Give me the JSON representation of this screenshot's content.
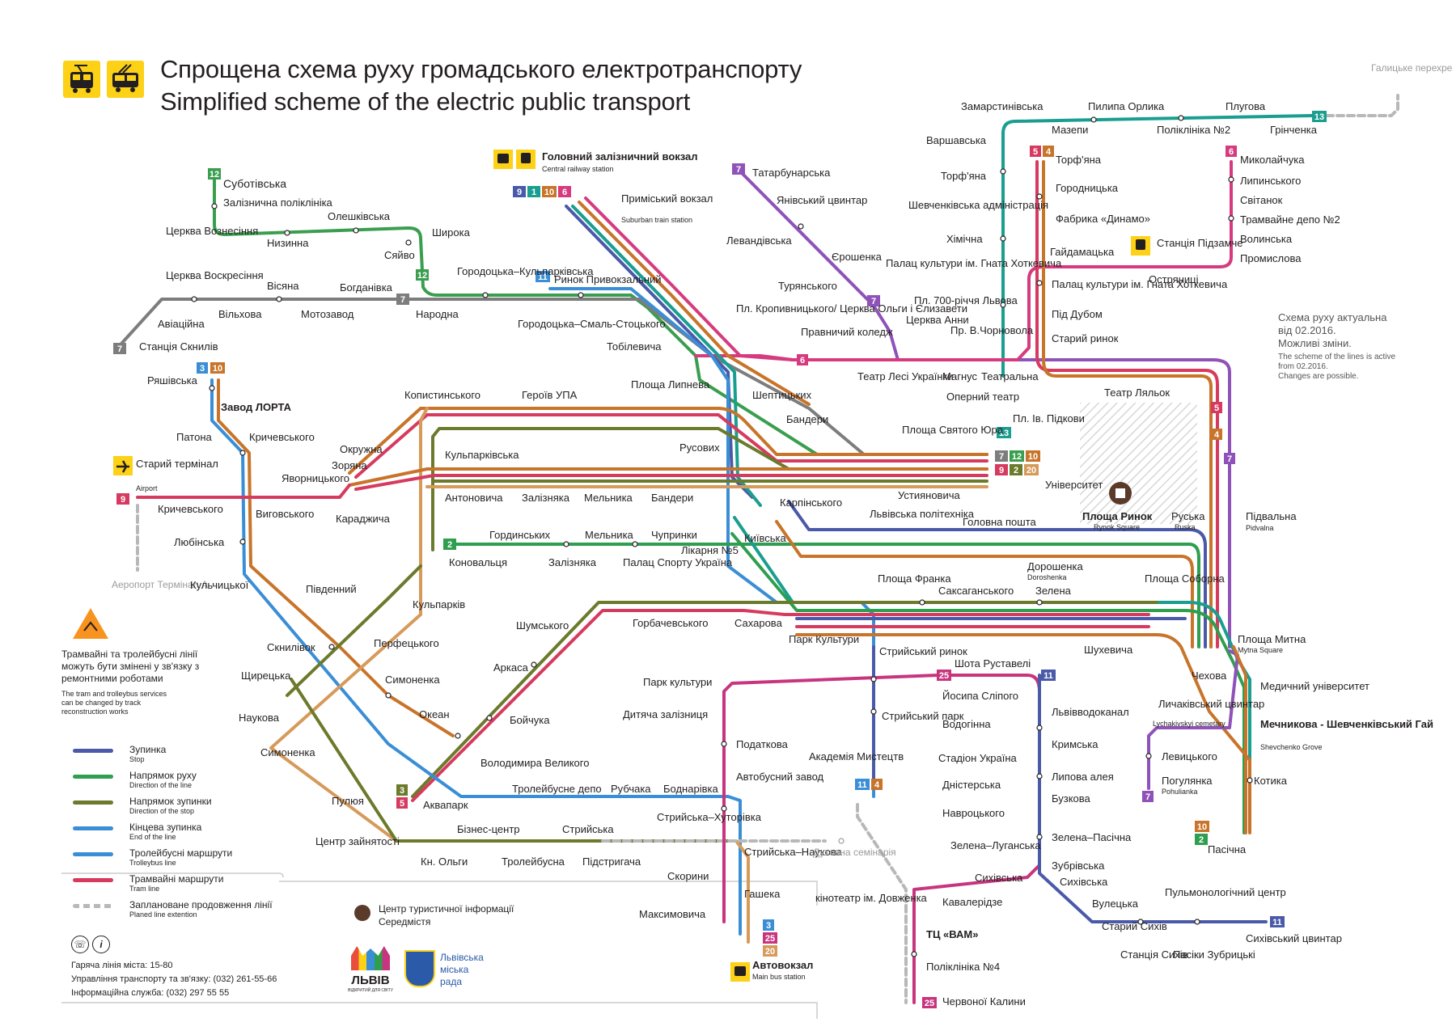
{
  "title": {
    "ua": "Спрощена схема руху громадського електротранспорту",
    "en": "Simplified scheme of the electric public transport"
  },
  "icons": [
    "tram-icon",
    "trolleybus-icon",
    "bus-icon",
    "train-icon",
    "plane-icon",
    "castle-icon",
    "roadwork-icon",
    "phone-icon",
    "info-icon"
  ],
  "colors": {
    "line1": "#1a9e8f",
    "line2": "#2e9e4f",
    "line3": "#6b7a2b",
    "line4": "#c8742a",
    "line5": "#d63b5f",
    "line6": "#d63b7f",
    "line7": "#7d7d7d",
    "line9": "#4a5aa8",
    "line10": "#c8742a",
    "line11": "#3a8ed6",
    "line12": "#3a9e4f",
    "line13": "#1a9e8f",
    "line20": "#d69a5a",
    "line25": "#c8357f",
    "badge": "#fcd116"
  },
  "line_badges": {
    "n1": "1",
    "n2": "2",
    "n3": "3",
    "n4": "4",
    "n5": "5",
    "n6": "6",
    "n7": "7",
    "n9": "9",
    "n10": "10",
    "n11": "11",
    "n12": "12",
    "n13": "13",
    "n20": "20",
    "n25": "25"
  },
  "stations": {
    "s_subotivska": "Суботівська",
    "s_zaliz_poliklinika": "Залізнична поліклініка",
    "s_tserkva_voznesinnia": "Церква Вознесіння",
    "s_nyzynna": "Низинна",
    "s_oleshkivska": "Олешківська",
    "s_syaivo": "Сяйво",
    "s_shyroka": "Широка",
    "s_tserkva_voskresinnia": "Церква Воскресіння",
    "s_visiana": "Вісяна",
    "s_bohdanivka": "Богданівка",
    "s_vilkhova": "Вільхова",
    "s_motozavod": "Мотозавод",
    "s_narodna": "Народна",
    "s_aviatsiina": "Авіаційна",
    "s_st_skyliv": "Станція Скнилів",
    "s_horodotska_kulparkivska": "Городоцька–Кульпарківська",
    "s_horodotska_smal": "Городоцька–Смаль-Стоцького",
    "s_tobilevycha": "Тобілевича",
    "s_holovnyi_vokzal": "Головний залізничний вокзал",
    "s_holovnyi_vokzal_en": "Central railway station",
    "s_prymiskyi": "Приміський вокзал",
    "s_prymiskyi_en": "Suburban train station",
    "s_rynok_pryvokzalnyi": "Ринок Привокзальний",
    "s_tatarbunarska": "Татарбунарська",
    "s_yanivskyi": "Янівський цвинтар",
    "s_levandivska": "Левандівська",
    "s_yeroshenka": "Єрошенка",
    "s_turianskoho": "Турянського",
    "s_kropyvnytskoho": "Пл. Кропивницького/ Церква Ольги і Єлизавети",
    "s_pravnychyi": "Правничий коледж",
    "s_zamarstynivska": "Замарстинівська",
    "s_pylypa_orlyka": "Пилипа Орлика",
    "s_pluhova": "Плугова",
    "s_mazepy": "Мазепи",
    "s_poliklinika2": "Поліклініка №2",
    "s_hrinchenka": "Грінченка",
    "s_halytske": "Галицьке перехрестя",
    "s_varshavska": "Варшавська",
    "s_torfiana": "Торф'яна",
    "s_shevchenkivska_adm": "Шевченківська адміністрація",
    "s_khimichna": "Хімічна",
    "s_palats_khotkevycha": "Палац культури ім. Гната Хоткевича",
    "s_pl700": "Пл. 700-річчя Львова",
    "s_pr_chornovola": "Пр. В.Чорновола",
    "s_tserkva_anny": "Церква Анни",
    "s_teatr_lesi": "Театр Лесі Українки",
    "s_mahnus": "Магнус",
    "s_teatralna": "Театральна",
    "s_opernyi": "Оперний театр",
    "s_pidkovy": "Пл. Ів. Підкови",
    "s_torfiana2": "Торф'яна",
    "s_horodnytska": "Городницька",
    "s_dynamo": "Фабрика «Динамо»",
    "s_haidamatska": "Гайдамацька",
    "s_st_pidzamche": "Станція Підзамче",
    "s_palats2": "Палац культури ім. Гната Хоткевича",
    "s_pid_dubom": "Під Дубом",
    "s_staryi_rynok": "Старий ринок",
    "s_mykolaichuka": "Миколайчука",
    "s_lypynskoho": "Липинського",
    "s_svitanok": "Світанок",
    "s_depo2": "Трамвайне депо №2",
    "s_volynska": "Волинська",
    "s_promyslova": "Промислова",
    "s_ostriantsi": "Остряниці",
    "s_teatr_lialok": "Театр Ляльок",
    "s_ryashivska": "Ряшівська",
    "s_zavod_lorta": "Завод ЛОРТА",
    "s_patona": "Патона",
    "s_krychevskoho": "Кричевського",
    "s_staryi_terminal": "Старий термінал",
    "s_airport": "Airport",
    "s_krychevskoho2": "Кричевського",
    "s_aeroport": "Аеропорт Термінал А",
    "s_liubinska": "Любінська",
    "s_kulchytskoi": "Кульчицької",
    "s_vyhovskoho": "Виговського",
    "s_karadzhycha": "Караджича",
    "s_okruzhna": "Окружна",
    "s_zoriana": "Зоряна",
    "s_yavornytskoho": "Яворницького",
    "s_kopystynskoho": "Копистинського",
    "s_heroiv_upa": "Героїв УПА",
    "s_pl_lypneva": "Площа Липнева",
    "s_kulparkivska": "Кульпарківська",
    "s_rusovykh": "Русових",
    "s_antonovycha": "Антоновича",
    "s_zaliznyaka": "Залізняка",
    "s_melnyka": "Мельника",
    "s_bandery": "Бандери",
    "s_sheptytskykh": "Шептицьких",
    "s_bandery2": "Бандери",
    "s_pl_yura": "Площа Святого Юра",
    "s_ustyianovycha": "Устияновича",
    "s_universytet": "Університет",
    "s_karpinskoho": "Карпінського",
    "s_lviv_politekhnika": "Львівська політехніка",
    "s_holovna_poshta": "Головна пошта",
    "s_pl_rynok": "Площа Ринок",
    "s_pl_rynok_en": "Rynok Square",
    "s_ruska": "Руська",
    "s_ruska_en": "Ruska",
    "s_pidvalna": "Підвальна",
    "s_pidvalna_en": "Pidvalna",
    "s_doroshenka": "Дорошенка",
    "s_doroshenka_en": "Doroshenka",
    "s_kyivska": "Київська",
    "s_hordynskykh": "Гординських",
    "s_melnyka2": "Мельника",
    "s_chuprynky": "Чупринки",
    "s_kononaltsia": "Коновальця",
    "s_zaliznyaka2": "Залізняка",
    "s_palats_sportu": "Палац Спорту Україна",
    "s_likarnia5": "Лікарня №5",
    "s_pl_franka": "Площа Франка",
    "s_saksahanskoho": "Саксаганського",
    "s_zelena": "Зелена",
    "s_pl_sobornа": "Площа Соборна",
    "s_shumskoho": "Шумського",
    "s_horbachevskoho": "Горбачевського",
    "s_sakharova": "Сахарова",
    "s_park_kultury": "Парк Культури",
    "s_shukhevycha": "Шухевича",
    "s_pl_mytna": "Площа Митна",
    "s_pl_mytna_en": "Mytna Square",
    "s_kulparkiv": "Кульпарків",
    "s_perfetskoho": "Перфецького",
    "s_pivdennyi": "Південний",
    "s_sknylivok": "Скнилівок",
    "s_symonenka": "Симоненка",
    "s_okean": "Океан",
    "s_shchyretska": "Щирецька",
    "s_naukova": "Наукова",
    "s_symonenka2": "Симоненка",
    "s_arkasa": "Аркаса",
    "s_boichuka": "Бойчука",
    "s_volodymyra": "Володимира Великого",
    "s_akvapark": "Аквапарк",
    "s_puliuia": "Пулюя",
    "s_tsentr_zainiatosti": "Центр зайнятості",
    "s_kn_olhy": "Кн. Ольги",
    "s_biznes_tsentr": "Бізнес-центр",
    "s_troleibusna": "Тролейбусна",
    "s_troleibusne_depo": "Тролейбусне депо",
    "s_rubchaka": "Рубчака",
    "s_boidarivka": "Боднарівка",
    "s_stryiska": "Стрийська",
    "s_pidstryhacha": "Підстригача",
    "s_stryiska_khut": "Стрийська–Хуторівка",
    "s_stryiska_nauk": "Стрийська–Наукова",
    "s_dukhovna": "Духовна семінарія",
    "s_skoryny": "Скорини",
    "s_hashka": "Гашека",
    "s_maksymovycha": "Максимовича",
    "s_avtovokzal": "Автовокзал",
    "s_avtovokzal_en": "Main bus station",
    "s_park_kultury2": "Парк культури",
    "s_dytiacha": "Дитяча залізниця",
    "s_podatkova": "Податкова",
    "s_avtobusnyi": "Автобусний завод",
    "s_akademiia": "Академія Мистецтв",
    "s_stryiskyi_rynok": "Стрийський ринок",
    "s_stryiskyi_park": "Стрийський парк",
    "s_shota": "Шота Руставелі",
    "s_yosypa": "Йосипа Сліпого",
    "s_vodohinna": "Водогінна",
    "s_stadion": "Стадіон Україна",
    "s_dnisterska": "Дністерська",
    "s_navrotskoho": "Навроцького",
    "s_zelena_luhanska": "Зелена–Луганська",
    "s_sykhivska": "Сихівська",
    "s_kavaleridze": "Кавалерідзе",
    "s_kinoteatr": "кінотеатр ім. Довженка",
    "s_tts_vam": "ТЦ «ВАМ»",
    "s_poliklinika4": "Поліклініка №4",
    "s_chervonoi": "Червоної Калини",
    "s_lvivvodokanal": "Львівводоканал",
    "s_krymska": "Кримська",
    "s_lypova": "Липова алея",
    "s_buzkova": "Бузкова",
    "s_zelena_pasichna": "Зелена–Пасічна",
    "s_zubrivska": "Зубрівська",
    "s_sykhivska2": "Сихівська",
    "s_vuletska": "Вулецька",
    "s_staryi_sykhiv": "Старий Сихів",
    "s_st_sykhiv": "Станція Сихів",
    "s_pasiky": "Пасіки Зубрицькі",
    "s_pulmon": "Пульмонологічний центр",
    "s_sykhivskyi_tsvyntar": "Сихівський цвинтар",
    "s_chekhova": "Чехова",
    "s_medychnyi": "Медичний університет",
    "s_lychakivskyi": "Личаківський цвинтар",
    "s_lychakivskyi_en": "Lychakivskyi cemetary",
    "s_mechnykova": "Мечникова - Шевченківський Гай",
    "s_mechnykova_en": "Shevchenko Grove",
    "s_levytskoho": "Левицького",
    "s_pohulianka": "Погулянка",
    "s_pohulianka_en": "Pohulianka",
    "s_kotyka": "Котика",
    "s_pasichna": "Пасічна"
  },
  "legend": {
    "stop": "Зупинка",
    "stop_en": "Stop",
    "direction": "Напрямок руху",
    "direction_en": "Direction of the line",
    "direction_stop": "Напрямок зупинки",
    "direction_stop_en": "Direction of the stop",
    "end": "Кінцева зупинка",
    "end_en": "End of the line",
    "trolley": "Тролейбусні маршрути",
    "trolley_en": "Trolleybus line",
    "tram": "Трамвайні маршрути",
    "tram_en": "Tram line",
    "planned": "Заплановане продовження лінії",
    "planned_en": "Planed line extention"
  },
  "notice": {
    "ua1": "Трамвайні та тролейбусні лінії",
    "ua2": "можуть бути змінені у зв'язку з",
    "ua3": "ремонтними роботами",
    "en1": "The tram and trolleybus services",
    "en2": "can be changed by track",
    "en3": "reconstruction works"
  },
  "validity": {
    "ua1": "Схема руху актуальна",
    "ua2": "від 02.2016.",
    "ua3": "Можливі зміни.",
    "en1": "The scheme of the lines is active",
    "en2": "from 02.2016.",
    "en3": "Changes are possible."
  },
  "contacts": {
    "hotline": "Гаряча лінія міста: 15-80",
    "management": "Управління транспорту та зв'язку: (032) 261-55-66",
    "info": "Інформаційна служба: (032) 297 55 55"
  },
  "tourist_center": {
    "ua1": "Центр туристичної інформації",
    "ua2": "Середмістя"
  },
  "logos": {
    "lviv": "ЛЬВІВ",
    "lviv_sub": "ВІДКРИТИЙ ДЛЯ СВІТУ",
    "rada1": "Львівська",
    "rada2": "міська",
    "rada3": "рада"
  }
}
